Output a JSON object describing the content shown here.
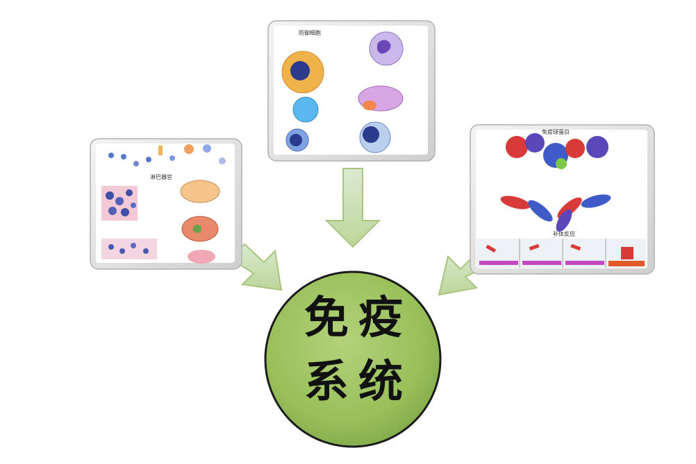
{
  "center": {
    "chars": [
      "免",
      "疫",
      "系",
      "统"
    ],
    "fill": "#98bf5a",
    "border": "#1a1a1a"
  },
  "panels": {
    "left": {
      "title": "淋巴器官"
    },
    "top": {
      "title": "防御细胞"
    },
    "right": {
      "title": "免疫球蛋白",
      "bottom_title": "补体反应"
    }
  },
  "arrows": {
    "fill": "#c9dfa6",
    "stroke": "#a9c47e"
  }
}
